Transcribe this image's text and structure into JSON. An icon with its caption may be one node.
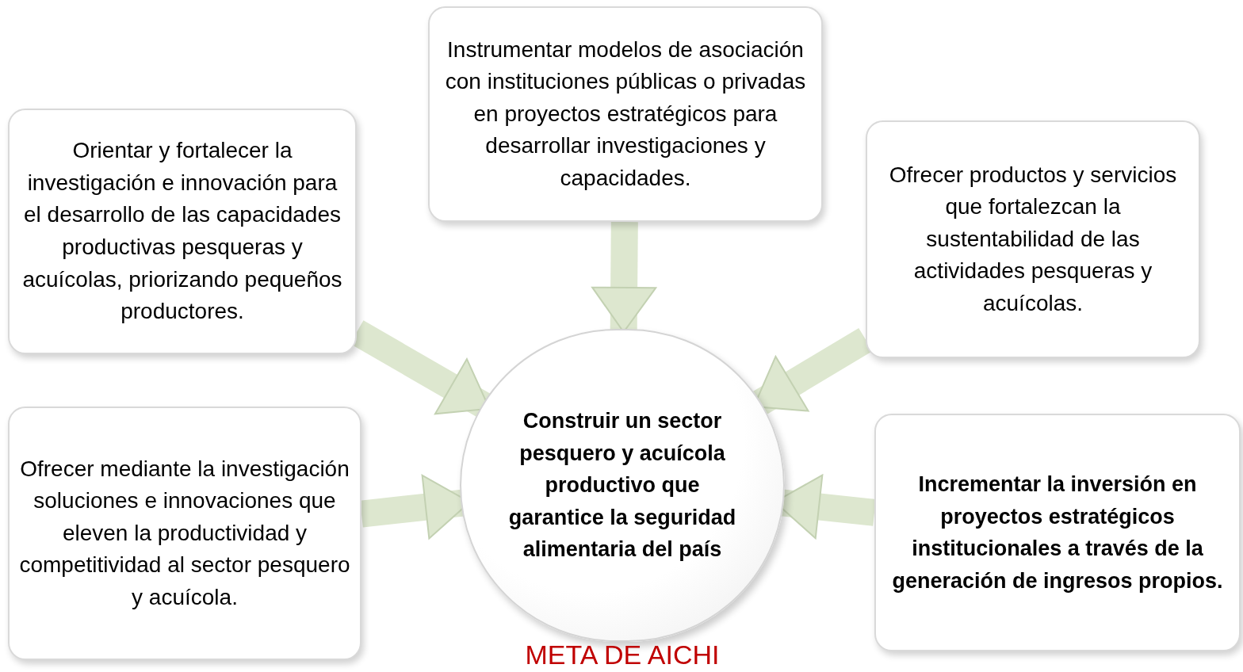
{
  "diagram": {
    "nodes": [
      {
        "text": [
          "Construir un sector pesquero y acuícola productivo que garantice la seguridad alimentaria del país"
        ],
        "beside": [
          "META DE AICHI"
        ]
      },
      {
        "text": [
          "Orientar y fortalecer la investigación e innovación para el desarrollo de las capacidades productivas pesqueras y acuícolas, priorizando pequeños productores."
        ]
      },
      {
        "text": [
          "Instrumentar modelos de asociación con instituciones públicas o privadas en proyectos estratégicos para desarrollar investigaciones y capacidades."
        ]
      },
      {
        "text": [
          "Ofrecer productos y servicios que fortalezcan la sustentabilidad de las actividades pesqueras y acuícolas."
        ]
      },
      {
        "text": [
          "Ofrecer mediante la investigación soluciones e innovaciones que eleven la productividad y competitividad al sector pesquero y acuícola."
        ]
      },
      {
        "text": [
          "Incrementar la inversión en proyectos estratégicos institucionales a través de la generación de ingresos propios."
        ]
      }
    ],
    "edges": [
      {
        "from": 1,
        "to": 0,
        "arrow": "to"
      },
      {
        "from": 2,
        "to": 0,
        "arrow": "to"
      },
      {
        "from": 3,
        "to": 0,
        "arrow": "to"
      },
      {
        "from": 4,
        "to": 0,
        "arrow": "to"
      },
      {
        "from": 5,
        "to": 0,
        "arrow": "to"
      }
    ]
  }
}
